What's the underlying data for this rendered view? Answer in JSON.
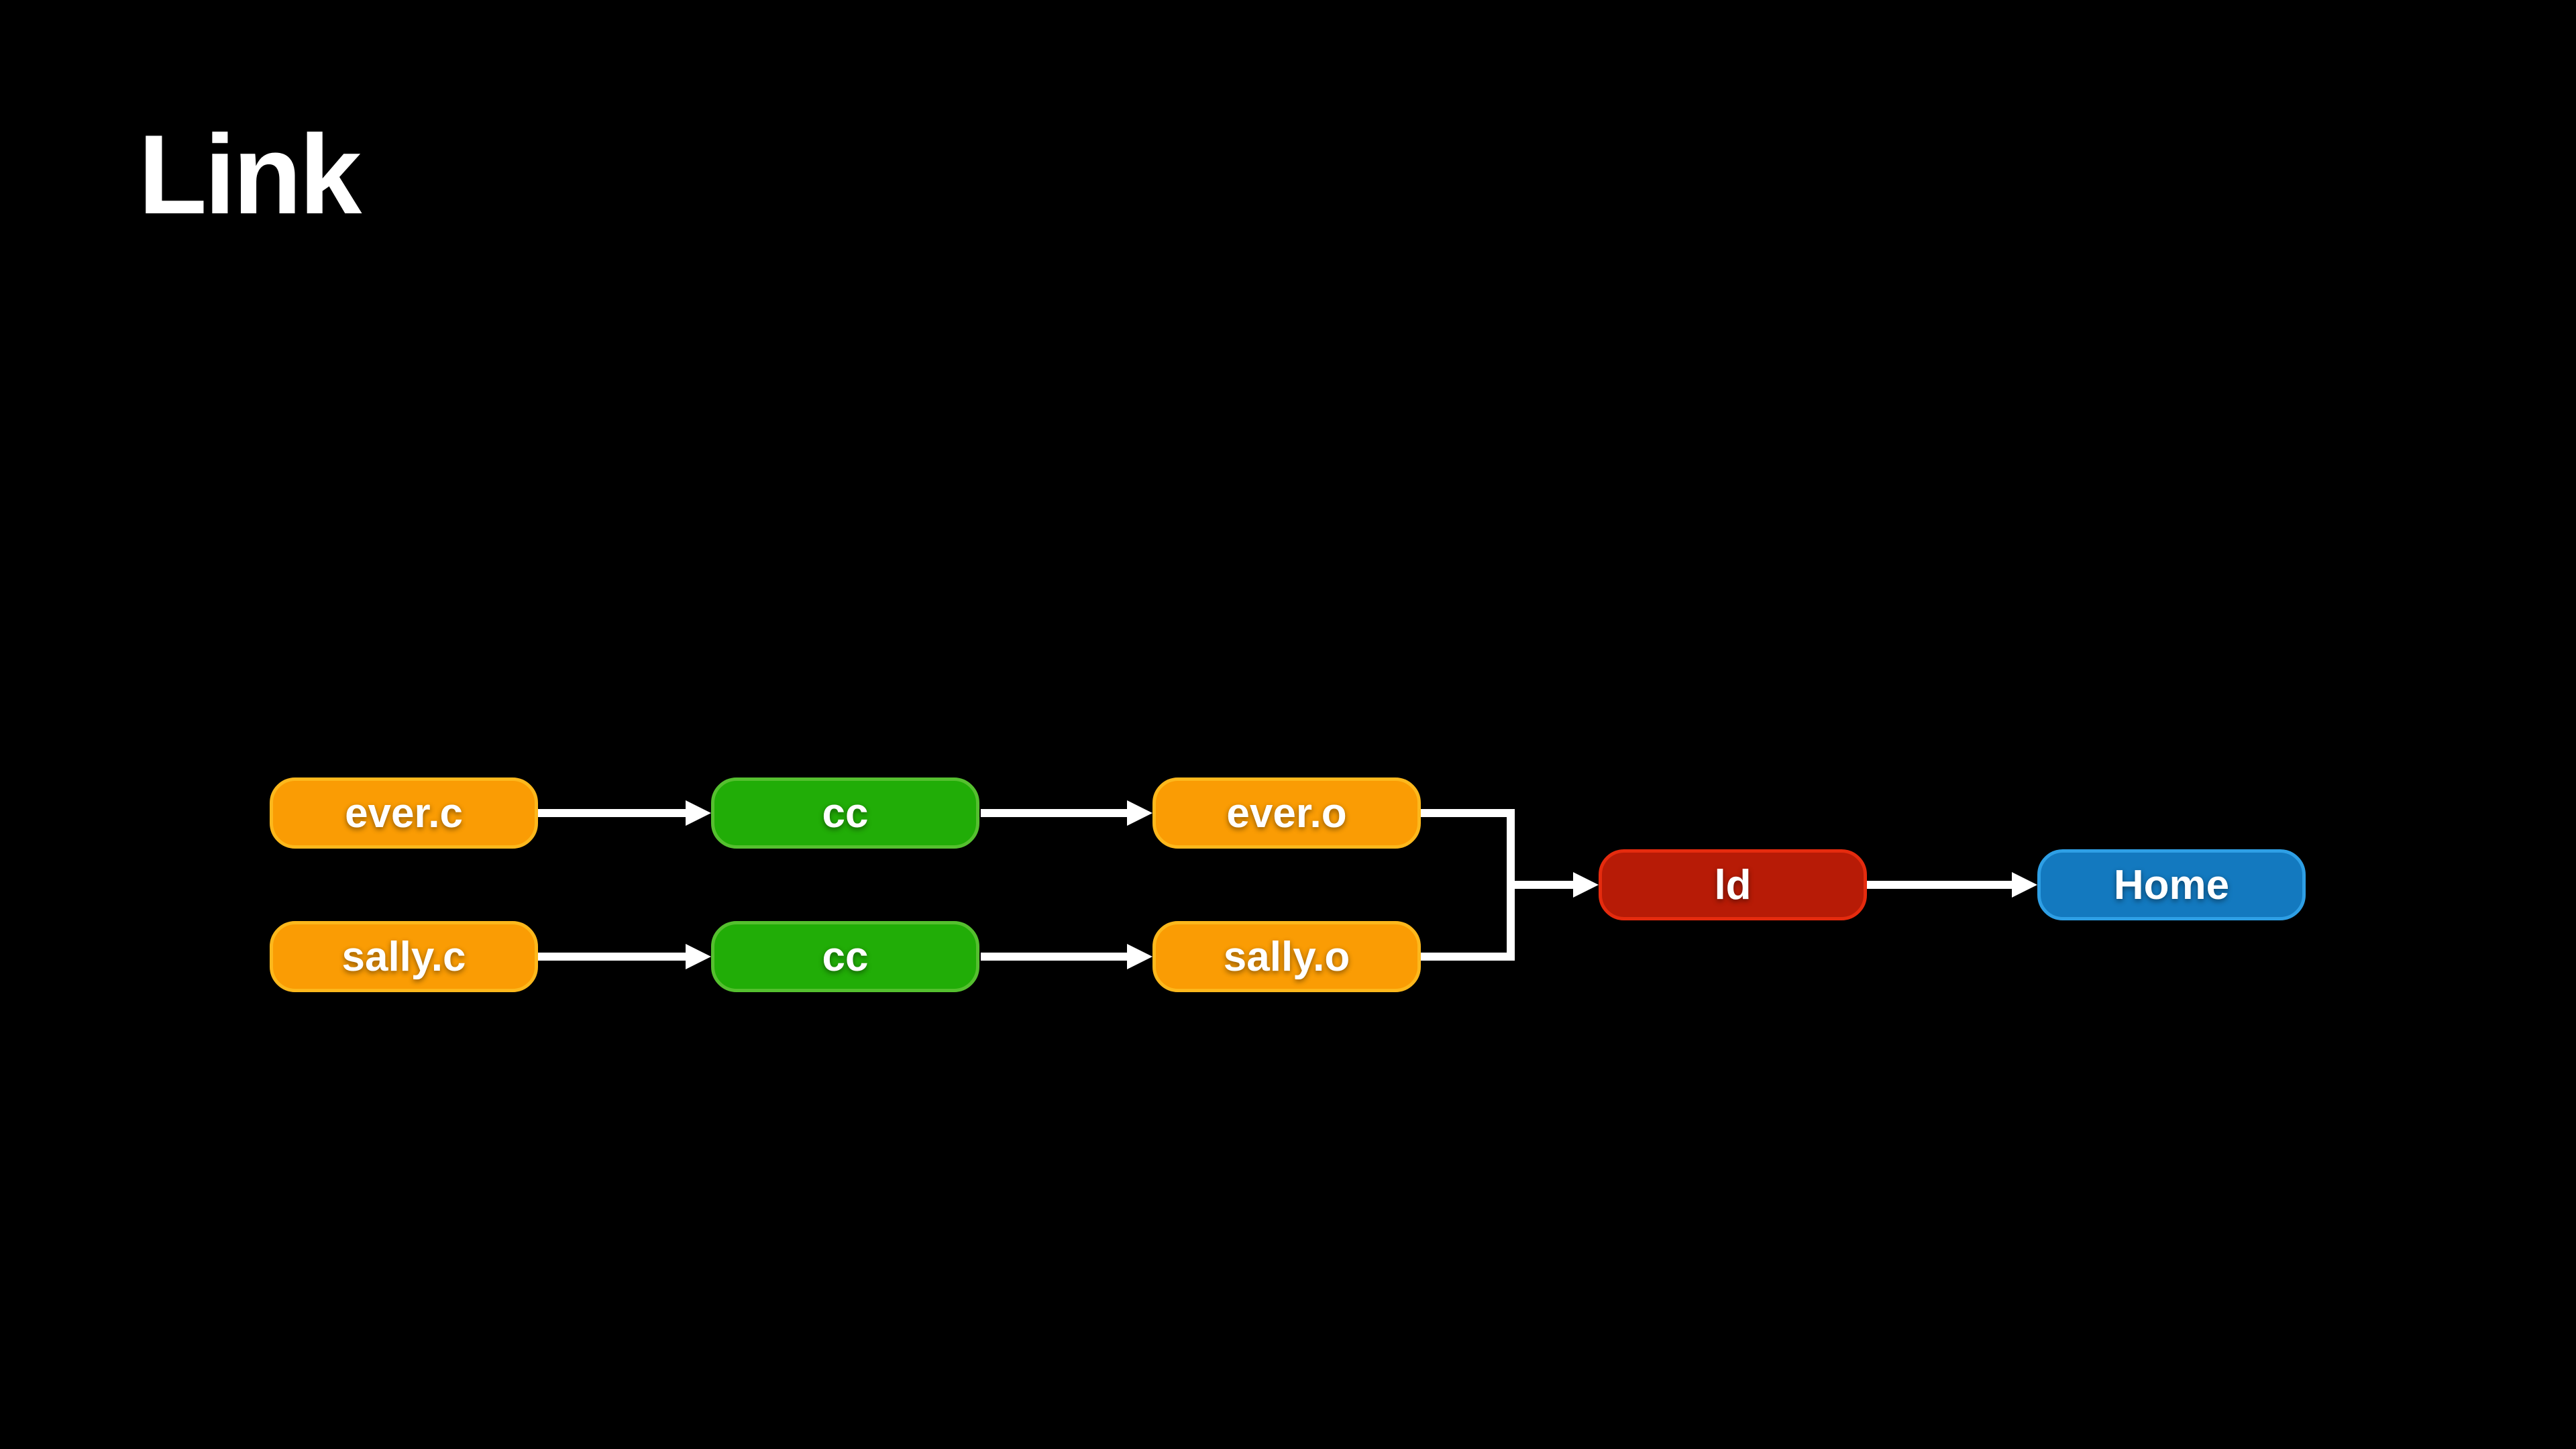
{
  "slide": {
    "title": "Link",
    "background": "#000000",
    "text_color": "#FFFFFF",
    "arrow_color": "#FFFFFF"
  },
  "diagram": {
    "nodes": {
      "ever_c": {
        "label": "ever.c",
        "fill": "#FA9C04",
        "stroke": "#FDB81C"
      },
      "cc_top": {
        "label": "cc",
        "fill": "#21AD07",
        "stroke": "#55C02F"
      },
      "ever_o": {
        "label": "ever.o",
        "fill": "#FA9C04",
        "stroke": "#FDB81C"
      },
      "sally_c": {
        "label": "sally.c",
        "fill": "#FA9C04",
        "stroke": "#FDB81C"
      },
      "cc_bottom": {
        "label": "cc",
        "fill": "#21AD07",
        "stroke": "#55C02F"
      },
      "sally_o": {
        "label": "sally.o",
        "fill": "#FA9C04",
        "stroke": "#FDB81C"
      },
      "ld": {
        "label": "ld",
        "fill": "#B71B06",
        "stroke": "#E52B0E"
      },
      "home": {
        "label": "Home",
        "fill": "#1379BF",
        "stroke": "#2E9FE5"
      }
    },
    "edges": [
      {
        "from": "ever.c",
        "to": "cc"
      },
      {
        "from": "cc",
        "to": "ever.o"
      },
      {
        "from": "sally.c",
        "to": "cc"
      },
      {
        "from": "cc",
        "to": "sally.o"
      },
      {
        "from": "ever.o",
        "to": "ld"
      },
      {
        "from": "sally.o",
        "to": "ld"
      },
      {
        "from": "ld",
        "to": "Home"
      }
    ]
  }
}
